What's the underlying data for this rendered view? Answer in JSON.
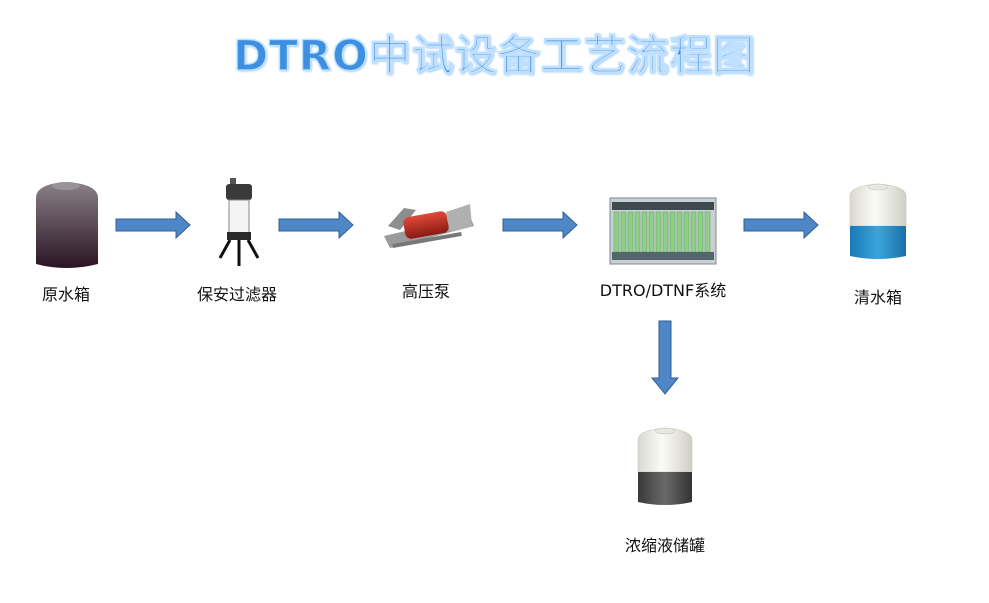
{
  "title": "DTRO中试设备工艺流程图",
  "nodes": {
    "raw_tank": "原水箱",
    "security_filter": "保安过滤器",
    "high_pressure_pump": "高压泵",
    "dtro_system": "DTRO/DTNF系统",
    "clean_tank": "清水箱",
    "concentrate_tank": "浓缩液储罐"
  },
  "colors": {
    "arrow_fill": "#4f86c6",
    "arrow_stroke": "#2f5f99",
    "title": "#3d8fe0"
  }
}
